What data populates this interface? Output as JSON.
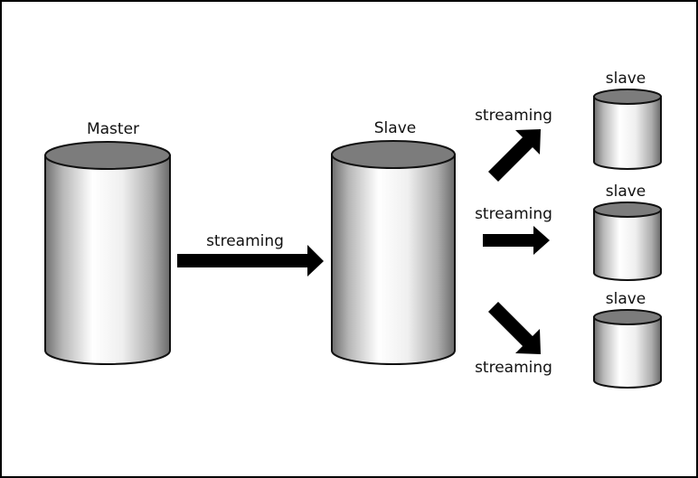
{
  "nodes": {
    "master": {
      "label": "Master"
    },
    "slave": {
      "label": "Slave"
    },
    "slave_1": {
      "label": "slave"
    },
    "slave_2": {
      "label": "slave"
    },
    "slave_3": {
      "label": "slave"
    }
  },
  "edges": {
    "master_to_slave": {
      "label": "streaming"
    },
    "slave_to_slave_1": {
      "label": "streaming"
    },
    "slave_to_slave_2": {
      "label": "streaming"
    },
    "slave_to_slave_3": {
      "label": "streaming"
    }
  }
}
